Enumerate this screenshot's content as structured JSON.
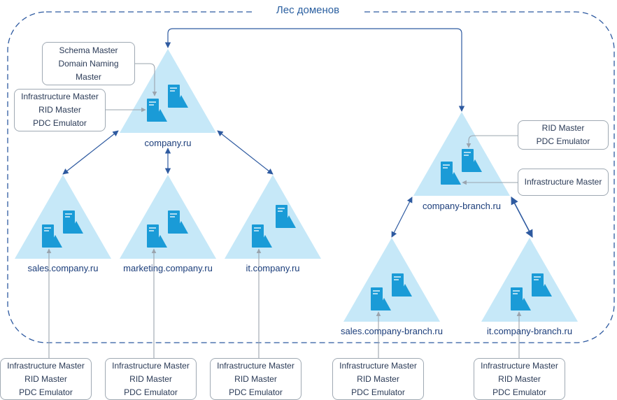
{
  "forest": {
    "title": "Лес доменов"
  },
  "domains": {
    "root": {
      "name": "company.ru"
    },
    "sales": {
      "name": "sales.company.ru"
    },
    "marketing": {
      "name": "marketing.company.ru"
    },
    "it": {
      "name": "it.company.ru"
    },
    "branch_root": {
      "name": "company-branch.ru"
    },
    "branch_sales": {
      "name": "sales.company-branch.ru"
    },
    "branch_it": {
      "name": "it.company-branch.ru"
    }
  },
  "roles": {
    "forest_roles": [
      "Schema Master",
      "Domain Naming",
      "Master"
    ],
    "root_domain_roles": [
      "Infrastructure Master",
      "RID Master",
      "PDC Emulator"
    ],
    "branch_rid_pdc": [
      "RID Master",
      "PDC Emulator"
    ],
    "branch_infra": [
      "Infrastructure Master"
    ],
    "sales_roles": [
      "Infrastructure Master",
      "RID Master",
      "PDC Emulator"
    ],
    "marketing_roles": [
      "Infrastructure Master",
      "RID Master",
      "PDC Emulator"
    ],
    "it_roles": [
      "Infrastructure Master",
      "RID Master",
      "PDC Emulator"
    ],
    "branch_sales_roles": [
      "Infrastructure Master",
      "RID Master",
      "PDC Emulator"
    ],
    "branch_it_roles": [
      "Infrastructure Master",
      "RID Master",
      "PDC Emulator"
    ]
  },
  "colors": {
    "triangle": "#c6e8f8",
    "server": "#1a9bd7",
    "server_line": "#ffffff",
    "arrow": "#2e5aa0",
    "connector": "#9aa4ae",
    "border_dashed": "#2e5aa0"
  }
}
